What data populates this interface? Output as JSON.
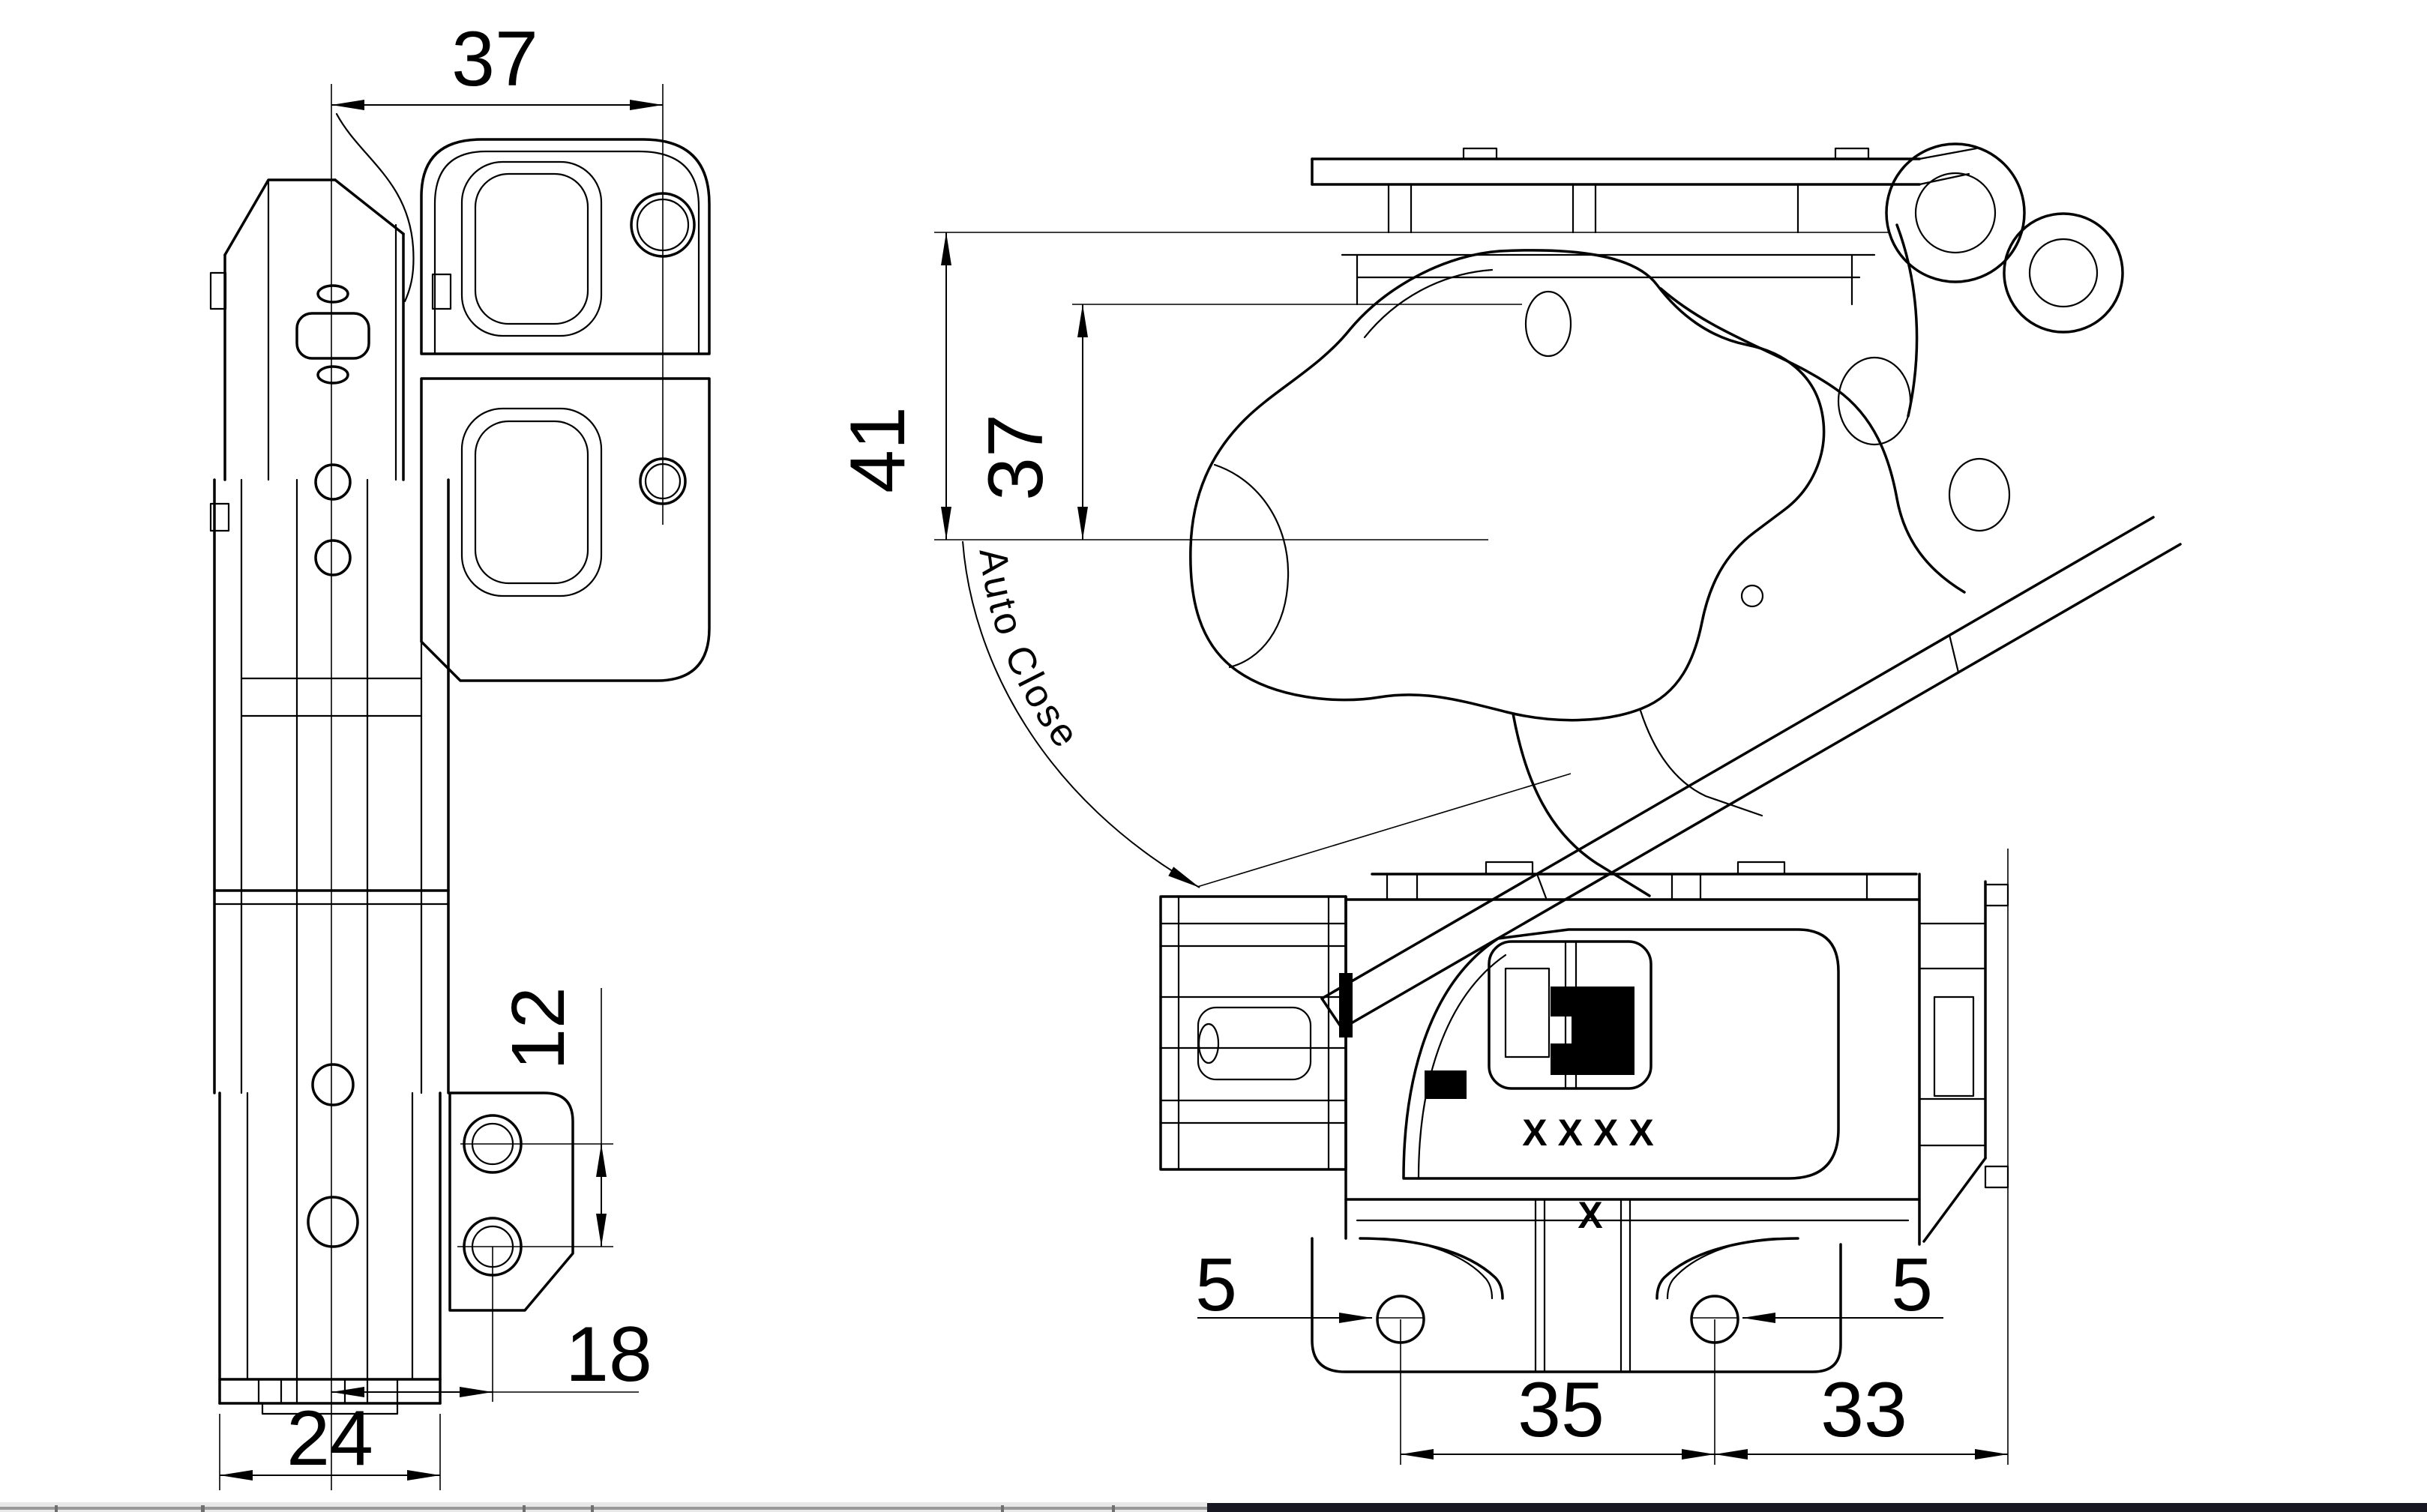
{
  "drawing": {
    "front_view": {
      "dim_width": "37",
      "dim_hole_spacing": "12",
      "dim_hole_offset": "18",
      "dim_base_width": "24"
    },
    "side_view": {
      "dim_total_depth": "41",
      "dim_cup_depth": "37",
      "annotation_auto_close": "Auto Close"
    },
    "plan_view": {
      "dim_hole_left": "5",
      "dim_hole_right": "5",
      "dim_hole_pitch": "35",
      "dim_edge_distance": "33",
      "marking_row": "XXXX",
      "marking_single": "X"
    },
    "colors": {
      "line": "#000000",
      "background": "#ffffff",
      "footer_gray": "#9a9a9a",
      "footer_dark": "#181822"
    }
  }
}
